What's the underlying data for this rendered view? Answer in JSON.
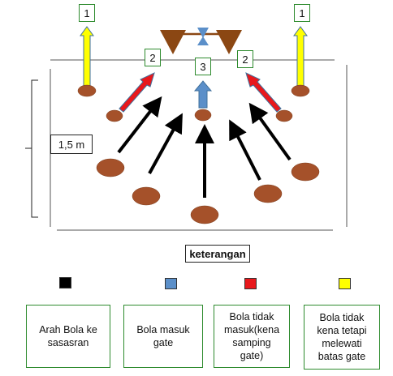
{
  "field": {
    "gate_labels": [
      "1",
      "2",
      "3",
      "2",
      "1"
    ],
    "distance_label": "1,5 m"
  },
  "legend": {
    "title": "keterangan",
    "items": [
      {
        "color": "#000000",
        "text": "Arah Bola ke\nsasasran"
      },
      {
        "color": "#5b8fc9",
        "text": "Bola masuk\ngate"
      },
      {
        "color": "#e8181c",
        "text": "Bola tidak\nmasuk(kena\nsamping\ngate)"
      },
      {
        "color": "#ffff00",
        "text": "Bola tidak\nkena tetapi\nmelewati\nbatas gate"
      }
    ]
  },
  "colors": {
    "ball": "#a5512a",
    "cone": "#8b4713",
    "label_border": "#2e8b2e",
    "arrow_outline": "#41719c"
  }
}
